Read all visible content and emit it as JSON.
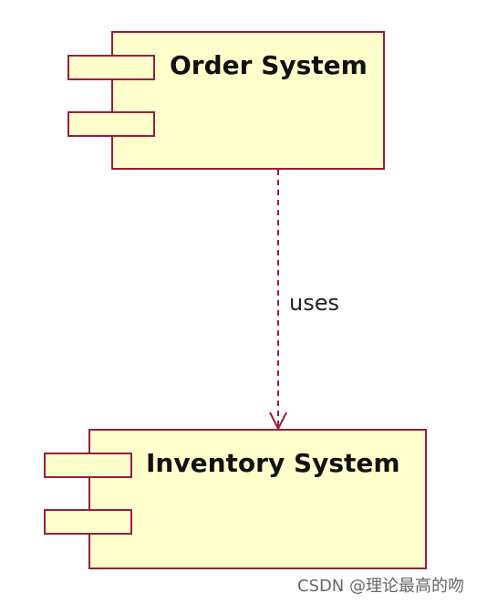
{
  "diagram": {
    "type": "uml-component",
    "components": [
      {
        "id": "order",
        "name": "Order System"
      },
      {
        "id": "inventory",
        "name": "Inventory System"
      }
    ],
    "dependencies": [
      {
        "from": "order",
        "to": "inventory",
        "label": "uses",
        "style": "dashed",
        "arrow": "open"
      }
    ],
    "colors": {
      "stroke": "#9b1c3f",
      "fill": "#ffffcc",
      "text": "#111111"
    }
  },
  "watermark": {
    "text": "CSDN @理论最高的吻"
  }
}
